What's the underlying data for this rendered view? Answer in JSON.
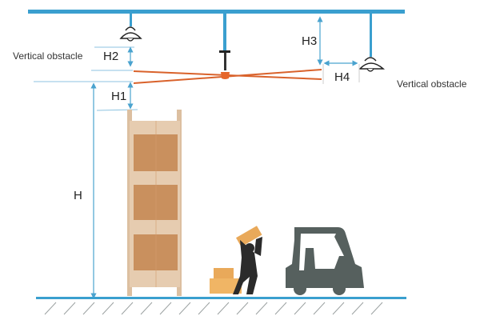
{
  "labels": {
    "obstacle_left": "Vertical obstacle",
    "obstacle_right": "Vertical obstacle",
    "h": "H",
    "h1": "H1",
    "h2": "H2",
    "h3": "H3",
    "h4": "H4"
  },
  "colors": {
    "beam": "#3a9fcf",
    "dimension": "#4aa3cf",
    "fan_blade": "#d9622b",
    "rack": "#dcbfa0",
    "box": "#c9905e",
    "forklift": "#56605e",
    "worker": "#2b2b2b",
    "parcel": "#e9a95a"
  }
}
